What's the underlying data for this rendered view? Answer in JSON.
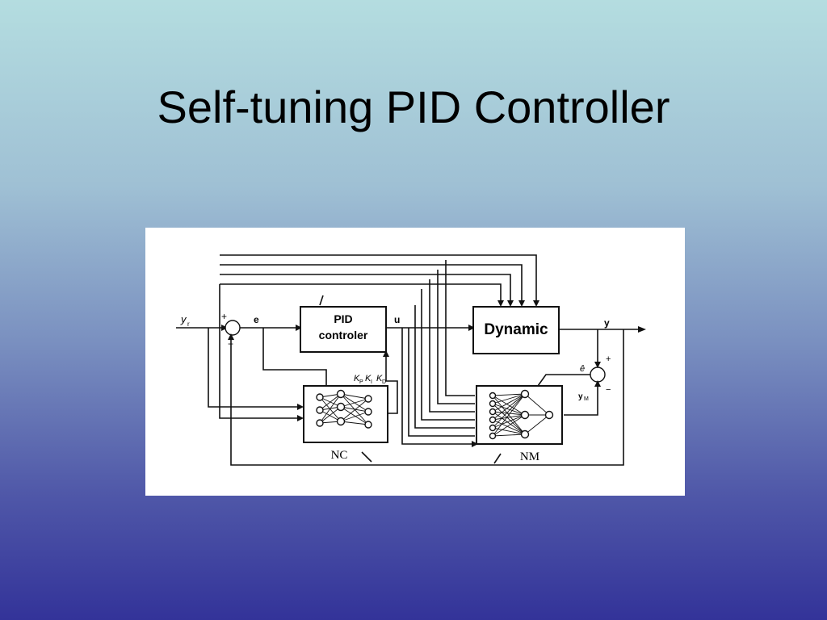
{
  "slide": {
    "title": "Self-tuning PID Controller"
  },
  "diagram": {
    "labels": {
      "reference": "y",
      "reference_sub": "r",
      "plus_sum1": "+",
      "minus_sum1": "−",
      "error": "e",
      "pid_line1": "PID",
      "pid_line2": "controler",
      "control": "u",
      "plant": "Dynamic",
      "output": "y",
      "gains": "K",
      "gain_subs": [
        "P",
        "I",
        "D"
      ],
      "estimate": "ê",
      "model_output": "y",
      "model_output_sub": "M",
      "plus_sum2": "+",
      "minus_sum2": "−",
      "nc": "NC",
      "nm": "NM"
    }
  }
}
